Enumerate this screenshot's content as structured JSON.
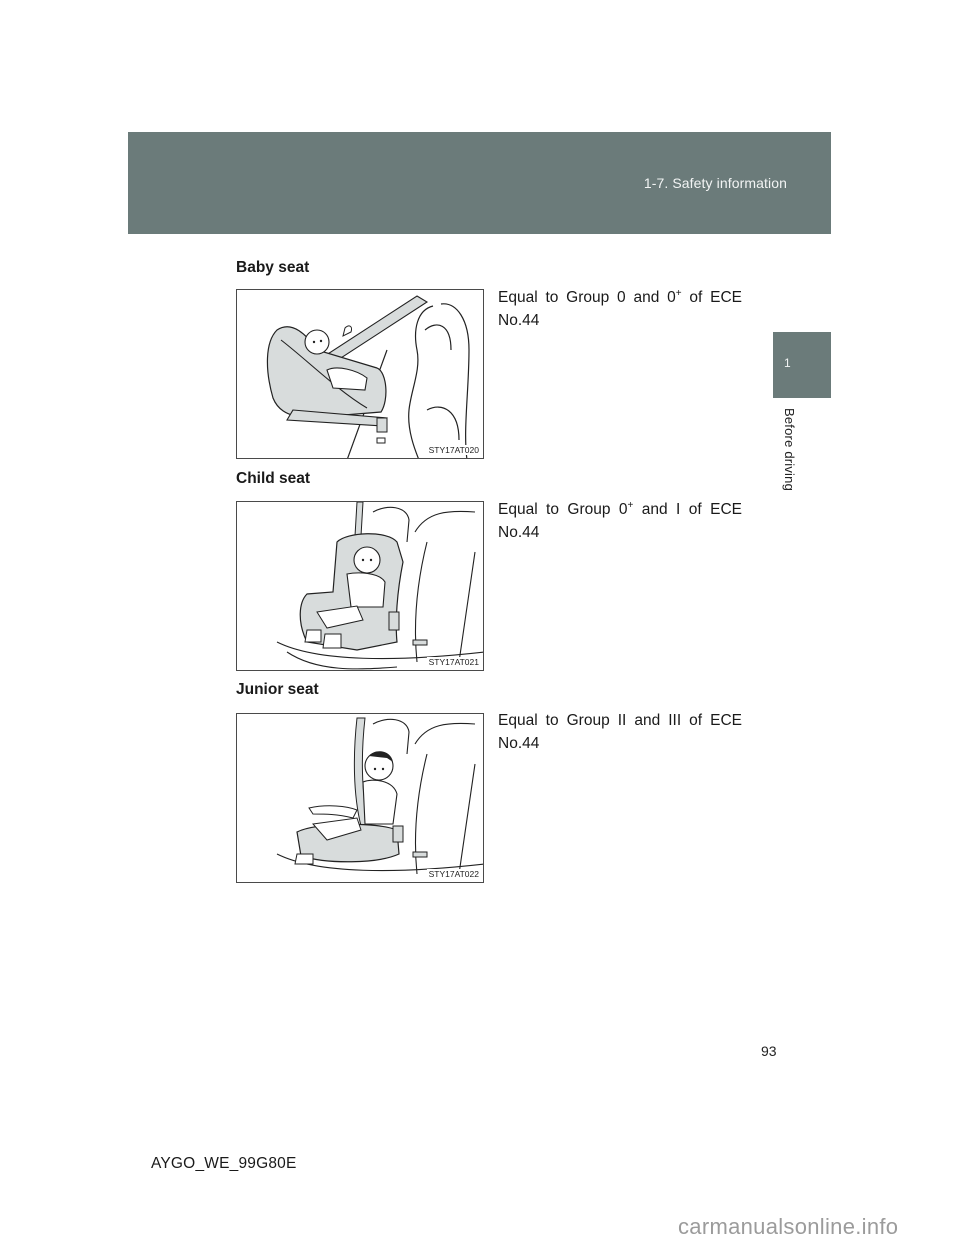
{
  "header": {
    "section_title": "1-7. Safety information",
    "band_color": "#6b7b7a"
  },
  "chapter_tab": {
    "number": "1",
    "label": "Before driving"
  },
  "sections": [
    {
      "heading": "Baby seat",
      "description_prefix": "Equal to Group 0 and 0",
      "description_sup": "+",
      "description_suffix": " of ECE",
      "description_line2": "No.44",
      "figure_code": "STY17AT020",
      "figure_icon": "baby-seat-illustration"
    },
    {
      "heading": "Child seat",
      "description_prefix": "Equal to Group 0",
      "description_sup": "+",
      "description_suffix": " and I of ECE",
      "description_line2": "No.44",
      "figure_code": "STY17AT021",
      "figure_icon": "child-seat-illustration"
    },
    {
      "heading": "Junior seat",
      "description_prefix": "Equal to Group II and III of ECE",
      "description_sup": "",
      "description_suffix": "",
      "description_line2": "No.44",
      "figure_code": "STY17AT022",
      "figure_icon": "junior-seat-illustration"
    }
  ],
  "footer": {
    "page_number": "93",
    "document_code": "AYGO_WE_99G80E",
    "watermark": "carmanualsonline.info"
  }
}
